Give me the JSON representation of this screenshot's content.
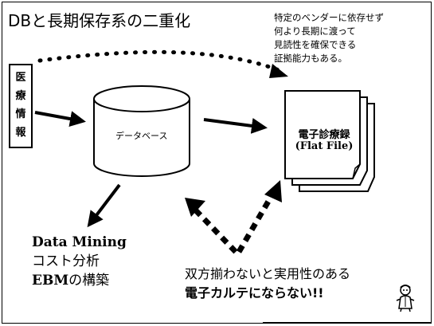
{
  "title": "DBと長期保存系の二重化",
  "note": {
    "lines": [
      "特定のベンダーに依存せず",
      "何より長期に渡って",
      "見読性を確保できる",
      "証拠能力もある。"
    ]
  },
  "source": {
    "label": "医療情報",
    "chars": [
      "医",
      "療",
      "情",
      "報"
    ]
  },
  "database": {
    "label": "データベース"
  },
  "emr": {
    "title": "電子診療録",
    "subtitle": "(Flat File)"
  },
  "mining": {
    "line1": "Data Mining",
    "line2": "コスト分析",
    "line3_bold": "EBM",
    "line3_rest": "の構築"
  },
  "bottom_note": {
    "line1": "双方揃わないと実用性のある",
    "line2": "電子カルテにならない!!"
  },
  "colors": {
    "ink": "#000000",
    "paper": "#ffffff"
  }
}
